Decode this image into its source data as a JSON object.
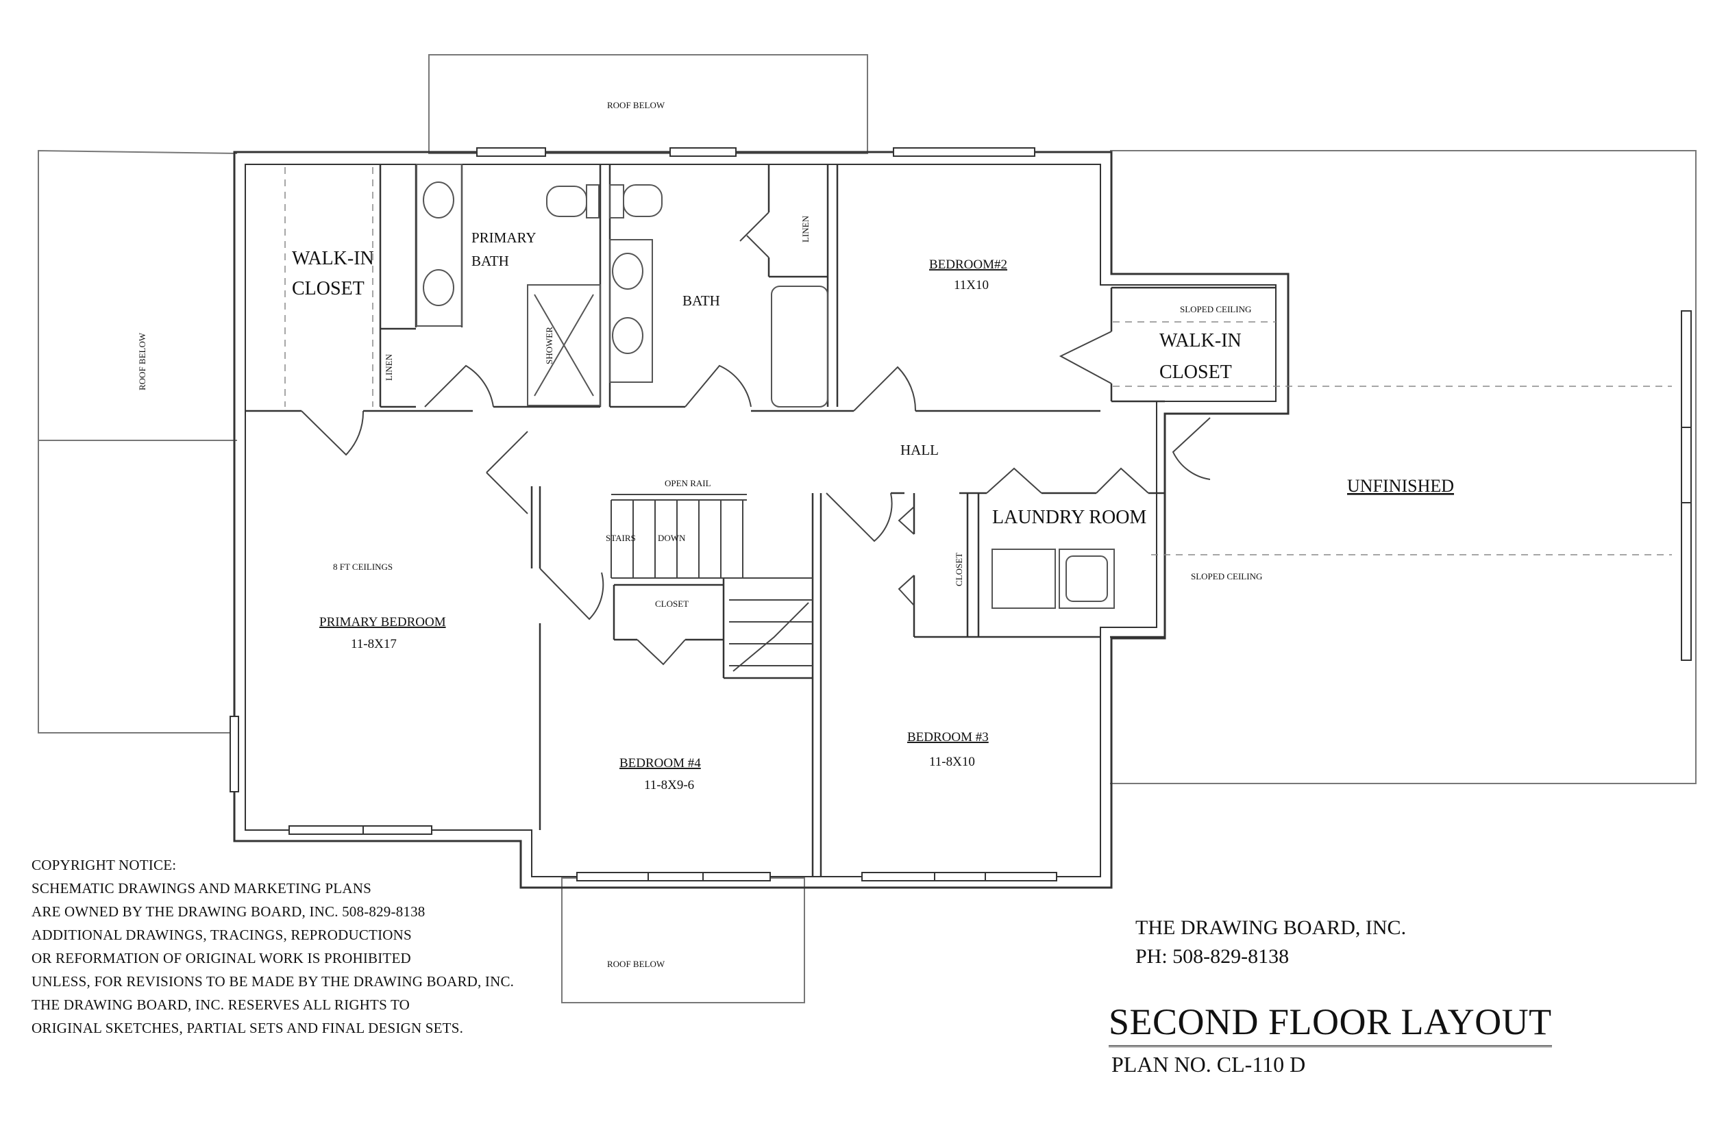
{
  "rooms": {
    "walkin_closet_1": [
      "WALK-IN",
      "CLOSET"
    ],
    "primary_bath": [
      "PRIMARY",
      "BATH"
    ],
    "bath": "BATH",
    "linen_1": "LINEN",
    "linen_2": "LINEN",
    "shower": "SHOWER",
    "bedroom2_name": "BEDROOM#2",
    "bedroom2_size": "11X10",
    "walkin_closet_2": [
      "WALK-IN",
      "CLOSET"
    ],
    "sloped_ceiling_1": "SLOPED CEILING",
    "hall": "HALL",
    "open_rail": "OPEN RAIL",
    "stairs": "STAIRS",
    "down": "DOWN",
    "closet_stair": "CLOSET",
    "closet_laundry": "CLOSET",
    "laundry_room": "LAUNDRY ROOM",
    "unfinished": "UNFINISHED",
    "sloped_ceiling_2": "SLOPED CEILING",
    "ceilings_note": "8 FT CEILINGS",
    "primary_bedroom_name": "PRIMARY BEDROOM",
    "primary_bedroom_size": "11-8X17",
    "bedroom4_name": "BEDROOM #4",
    "bedroom4_size": "11-8X9-6",
    "bedroom3_name": "BEDROOM #3",
    "bedroom3_size": "11-8X10",
    "roof_below_top": "ROOF BELOW",
    "roof_below_left": "ROOF BELOW",
    "roof_below_bottom": "ROOF BELOW"
  },
  "copyright": [
    "COPYRIGHT NOTICE:",
    "SCHEMATIC DRAWINGS AND MARKETING PLANS",
    "ARE OWNED BY THE DRAWING BOARD, INC. 508-829-8138",
    "ADDITIONAL DRAWINGS, TRACINGS, REPRODUCTIONS",
    "OR REFORMATION OF ORIGINAL WORK IS PROHIBITED",
    "UNLESS, FOR REVISIONS TO BE MADE BY THE DRAWING BOARD, INC.",
    "THE DRAWING BOARD, INC. RESERVES ALL RIGHTS TO",
    "ORIGINAL SKETCHES, PARTIAL SETS AND FINAL DESIGN SETS."
  ],
  "company": {
    "name": "THE DRAWING BOARD, INC.",
    "phone": "PH: 508-829-8138"
  },
  "title": "SECOND FLOOR LAYOUT",
  "plan_no": "PLAN NO. CL-110 D"
}
